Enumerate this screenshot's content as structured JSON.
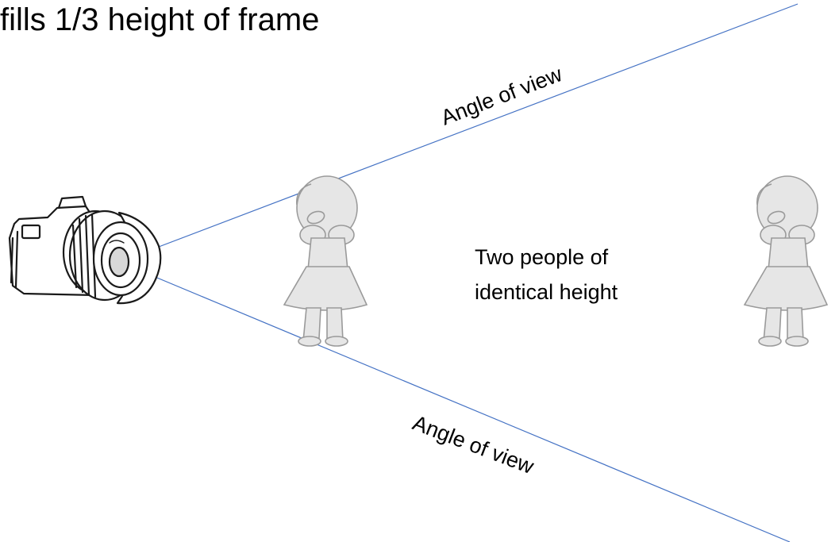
{
  "diagram": {
    "title": "fills 1/3 height of  frame",
    "upper_label": "Angle of view",
    "lower_label": "Angle of view",
    "caption_line1": "Two people of",
    "caption_line2": "identical height"
  },
  "colors": {
    "ray": "#4472C4",
    "figure_fill": "#e6e6e6",
    "figure_stroke": "#9a9a9a",
    "camera_ink": "#1a1a1a"
  },
  "icons": [
    "camera-icon",
    "person-figure-icon"
  ]
}
